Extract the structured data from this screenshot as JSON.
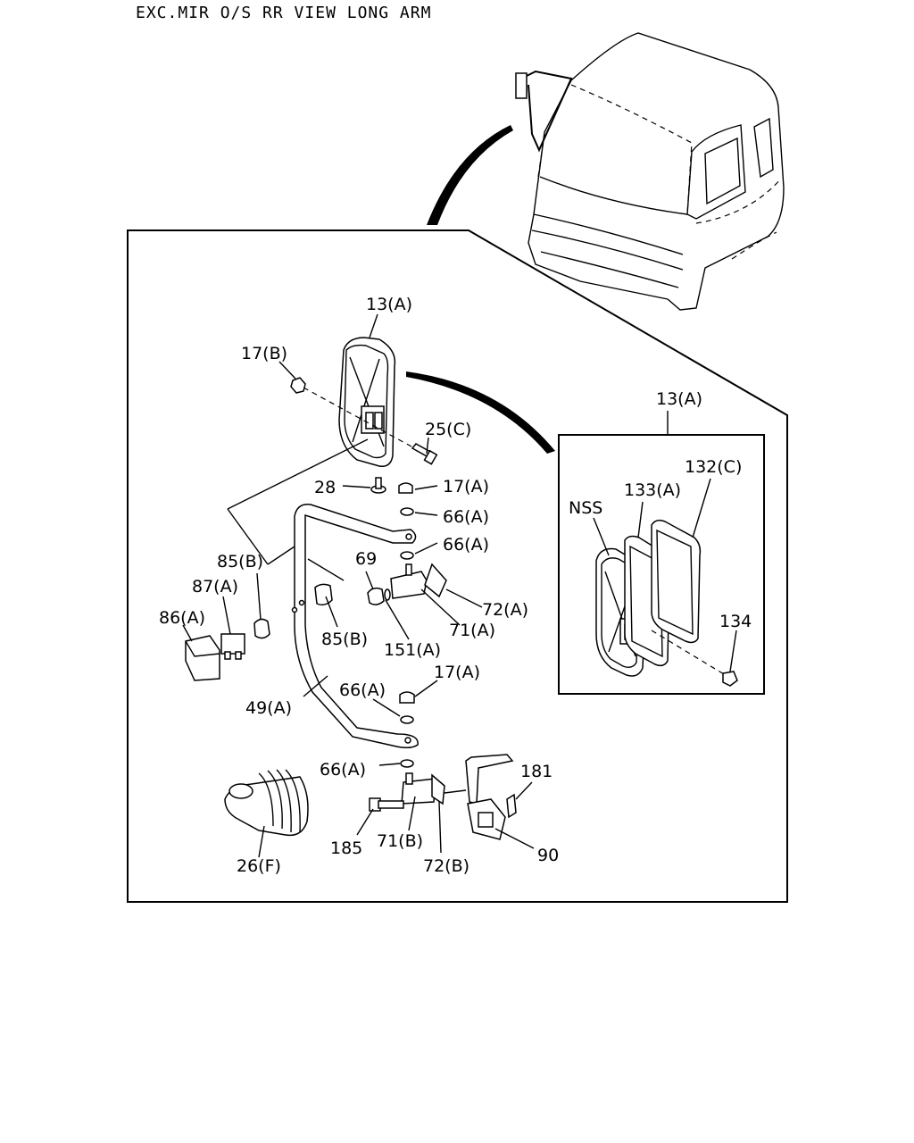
{
  "title": "EXC.MIR O/S RR VIEW LONG ARM",
  "callouts": {
    "c13a_main": "13(A)",
    "c17b": "17(B)",
    "c25c": "25(C)",
    "c28": "28",
    "c17a_top": "17(A)",
    "c66a_1": "66(A)",
    "c66a_2": "66(A)",
    "c69": "69",
    "c72a": "72(A)",
    "c71a": "71(A)",
    "c151a": "151(A)",
    "c85b_1": "85(B)",
    "c87a": "87(A)",
    "c86a": "86(A)",
    "c85b_2": "85(B)",
    "c49a": "49(A)",
    "c66a_3": "66(A)",
    "c17a_bot": "17(A)",
    "c66a_4": "66(A)",
    "c181": "181",
    "c185": "185",
    "c71b": "71(B)",
    "c72b": "72(B)",
    "c90": "90",
    "c26f": "26(F)",
    "c13a_inset": "13(A)",
    "c132c": "132(C)",
    "c133a": "133(A)",
    "cnss": "NSS",
    "c134": "134"
  }
}
